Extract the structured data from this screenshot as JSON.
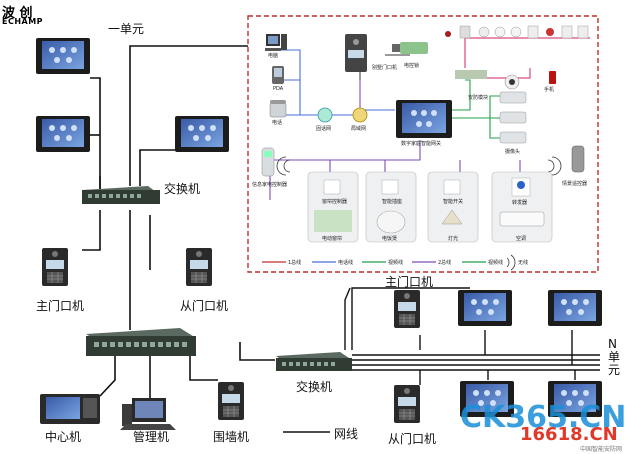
{
  "brand": {
    "name": "波 创",
    "sub": "ECHAMP"
  },
  "labels": {
    "unit1": "一单元",
    "unitN": "N单元",
    "switch_top": "交换机",
    "switch_bottom": "交换机",
    "main_door_left": "主门口机",
    "sub_door_left": "从门口机",
    "main_door_right": "主门口机",
    "sub_door_right": "从门口机",
    "center": "中心机",
    "manager": "管理机",
    "wall": "围墙机",
    "network": "网线"
  },
  "home": {
    "computer": "电脑",
    "pda": "PDA",
    "phone": "电话",
    "modem": "固话网",
    "lan": "局域网",
    "gateway": "数字家庭智能网关",
    "villa_door": "别墅门口机",
    "lock": "电控锁",
    "security_module": "安防模块",
    "mobile": "手机",
    "camera": "摄像头",
    "remote_controller": "信息家电控制器",
    "ir_remote": "情景遥控器",
    "socket": "智能插座",
    "curtain": "窗帘控制器",
    "curtain_motor": "电动窗帘",
    "rice_cooker": "电饭煲",
    "light_switch": "智能开关",
    "lamp": "灯光",
    "ir_transponder": "转发器",
    "aircon": "空调",
    "legend": [
      "1总线",
      "电话线",
      "视频线",
      "2总线",
      "视频线",
      "无线"
    ]
  },
  "watermark": {
    "main": "CK365.CN",
    "sub": "16618.CN",
    "tag": "中国智能安防网"
  }
}
